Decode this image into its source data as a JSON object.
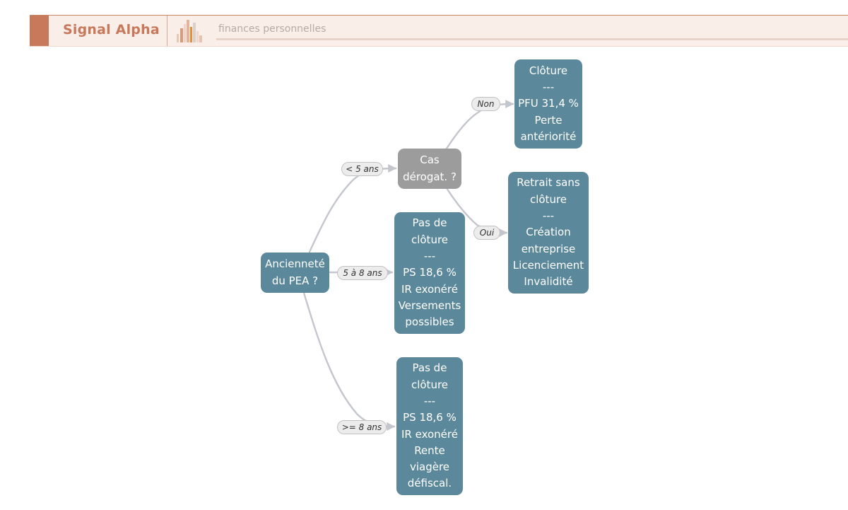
{
  "header": {
    "brand": "Signal Alpha",
    "tagline": "finances personnelles",
    "colors": {
      "accent": "#c8795c",
      "band": "#f9eee8"
    },
    "logo_icon": "bar-chart-logo-icon"
  },
  "diagram": {
    "colors": {
      "node": "#5b899b",
      "pending_node": "#9c9c9c",
      "edge": "#c3c6cc",
      "edge_label_bg": "#ececec"
    },
    "nodes": {
      "root": {
        "lines": [
          "Ancienneté",
          "du PEA ?"
        ]
      },
      "derog": {
        "lines": [
          "Cas",
          "dérogat. ?"
        ]
      },
      "cloture": {
        "lines": [
          "Clôture",
          "---",
          "PFU 31,4 %",
          "Perte",
          "antériorité"
        ]
      },
      "retrait": {
        "lines": [
          "Retrait sans",
          "clôture",
          "---",
          "Création",
          "entreprise",
          "Licenciement",
          "Invalidité"
        ]
      },
      "mid": {
        "lines": [
          "Pas de",
          "clôture",
          "---",
          "PS 18,6 %",
          "IR exonéré",
          "Versements",
          "possibles"
        ]
      },
      "old": {
        "lines": [
          "Pas de",
          "clôture",
          "---",
          "PS 18,6 %",
          "IR exonéré",
          "Rente",
          "viagère",
          "défiscal."
        ]
      }
    },
    "edges": {
      "lt5": "< 5 ans",
      "5to8": "5 à 8 ans",
      "ge8": ">= 8 ans",
      "non": "Non",
      "oui": "Oui"
    }
  }
}
